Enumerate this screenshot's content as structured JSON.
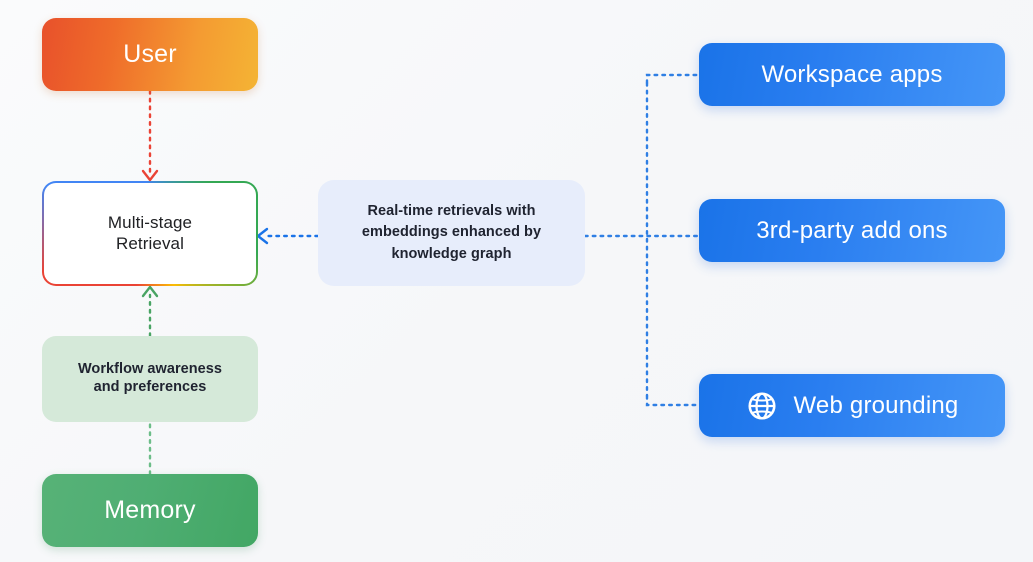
{
  "diagram": {
    "background_color": "#f7f8fa",
    "nodes": {
      "user": {
        "label": "User",
        "color_start": "#e8512b",
        "color_end": "#f4b434"
      },
      "retrieval": {
        "label": "Multi-stage\nRetrieval",
        "border_colors": [
          "#fbbc05",
          "#ea4335",
          "#4285f4",
          "#34a853"
        ]
      },
      "workflow": {
        "label": "Workflow awareness\nand preferences",
        "color": "#d5e9d9"
      },
      "memory": {
        "label": "Memory",
        "color_start": "#57b277",
        "color_end": "#42a764"
      },
      "realtime": {
        "label": "Real-time retrievals with\nembeddings enhanced by\nknowledge graph",
        "color": "#e7edfb"
      },
      "workspace_apps": {
        "label": "Workspace apps",
        "color_start": "#1a73e8",
        "color_end": "#4596f7"
      },
      "third_party_addons": {
        "label": "3rd-party add ons",
        "color_start": "#1a73e8",
        "color_end": "#4596f7"
      },
      "web_grounding": {
        "label": "Web grounding",
        "icon": "globe-icon",
        "color_start": "#1a73e8",
        "color_end": "#4596f7"
      }
    },
    "connectors": [
      {
        "name": "user-to-retrieval",
        "from": "user",
        "to": "retrieval",
        "style": "dotted",
        "color": "#ea4335",
        "arrow": "down"
      },
      {
        "name": "workflow-to-retrieval",
        "from": "workflow",
        "to": "retrieval",
        "style": "dotted",
        "color": "#34a853",
        "arrow": "up"
      },
      {
        "name": "memory-to-workflow",
        "from": "memory",
        "to": "workflow",
        "style": "dotted",
        "color": "#5fb67f",
        "arrow": "none"
      },
      {
        "name": "realtime-to-retrieval",
        "from": "realtime",
        "to": "retrieval",
        "style": "dotted",
        "color": "#1a73e8",
        "arrow": "left"
      },
      {
        "name": "realtime-to-sources-bus",
        "from": "realtime",
        "to": "workspace_apps,third_party_addons,web_grounding",
        "style": "dotted",
        "color": "#1a73e8",
        "arrow": "none"
      }
    ]
  }
}
